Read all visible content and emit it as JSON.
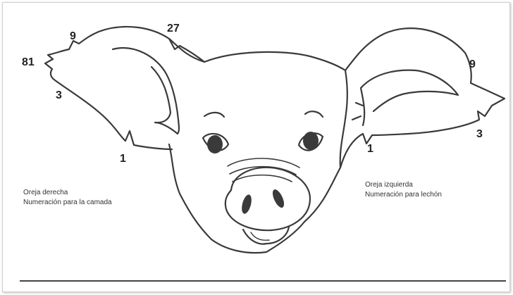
{
  "right_ear_notches": {
    "n81": "81",
    "n9": "9",
    "n27": "27",
    "n3": "3",
    "n1": "1"
  },
  "left_ear_notches": {
    "n9": "9",
    "n3": "3",
    "n1": "1"
  },
  "captions": {
    "right_ear_title": "Oreja derecha",
    "right_ear_desc": "Numeración para la camada",
    "left_ear_title": "Oreja izquierda",
    "left_ear_desc": "Numeración para lechón"
  }
}
